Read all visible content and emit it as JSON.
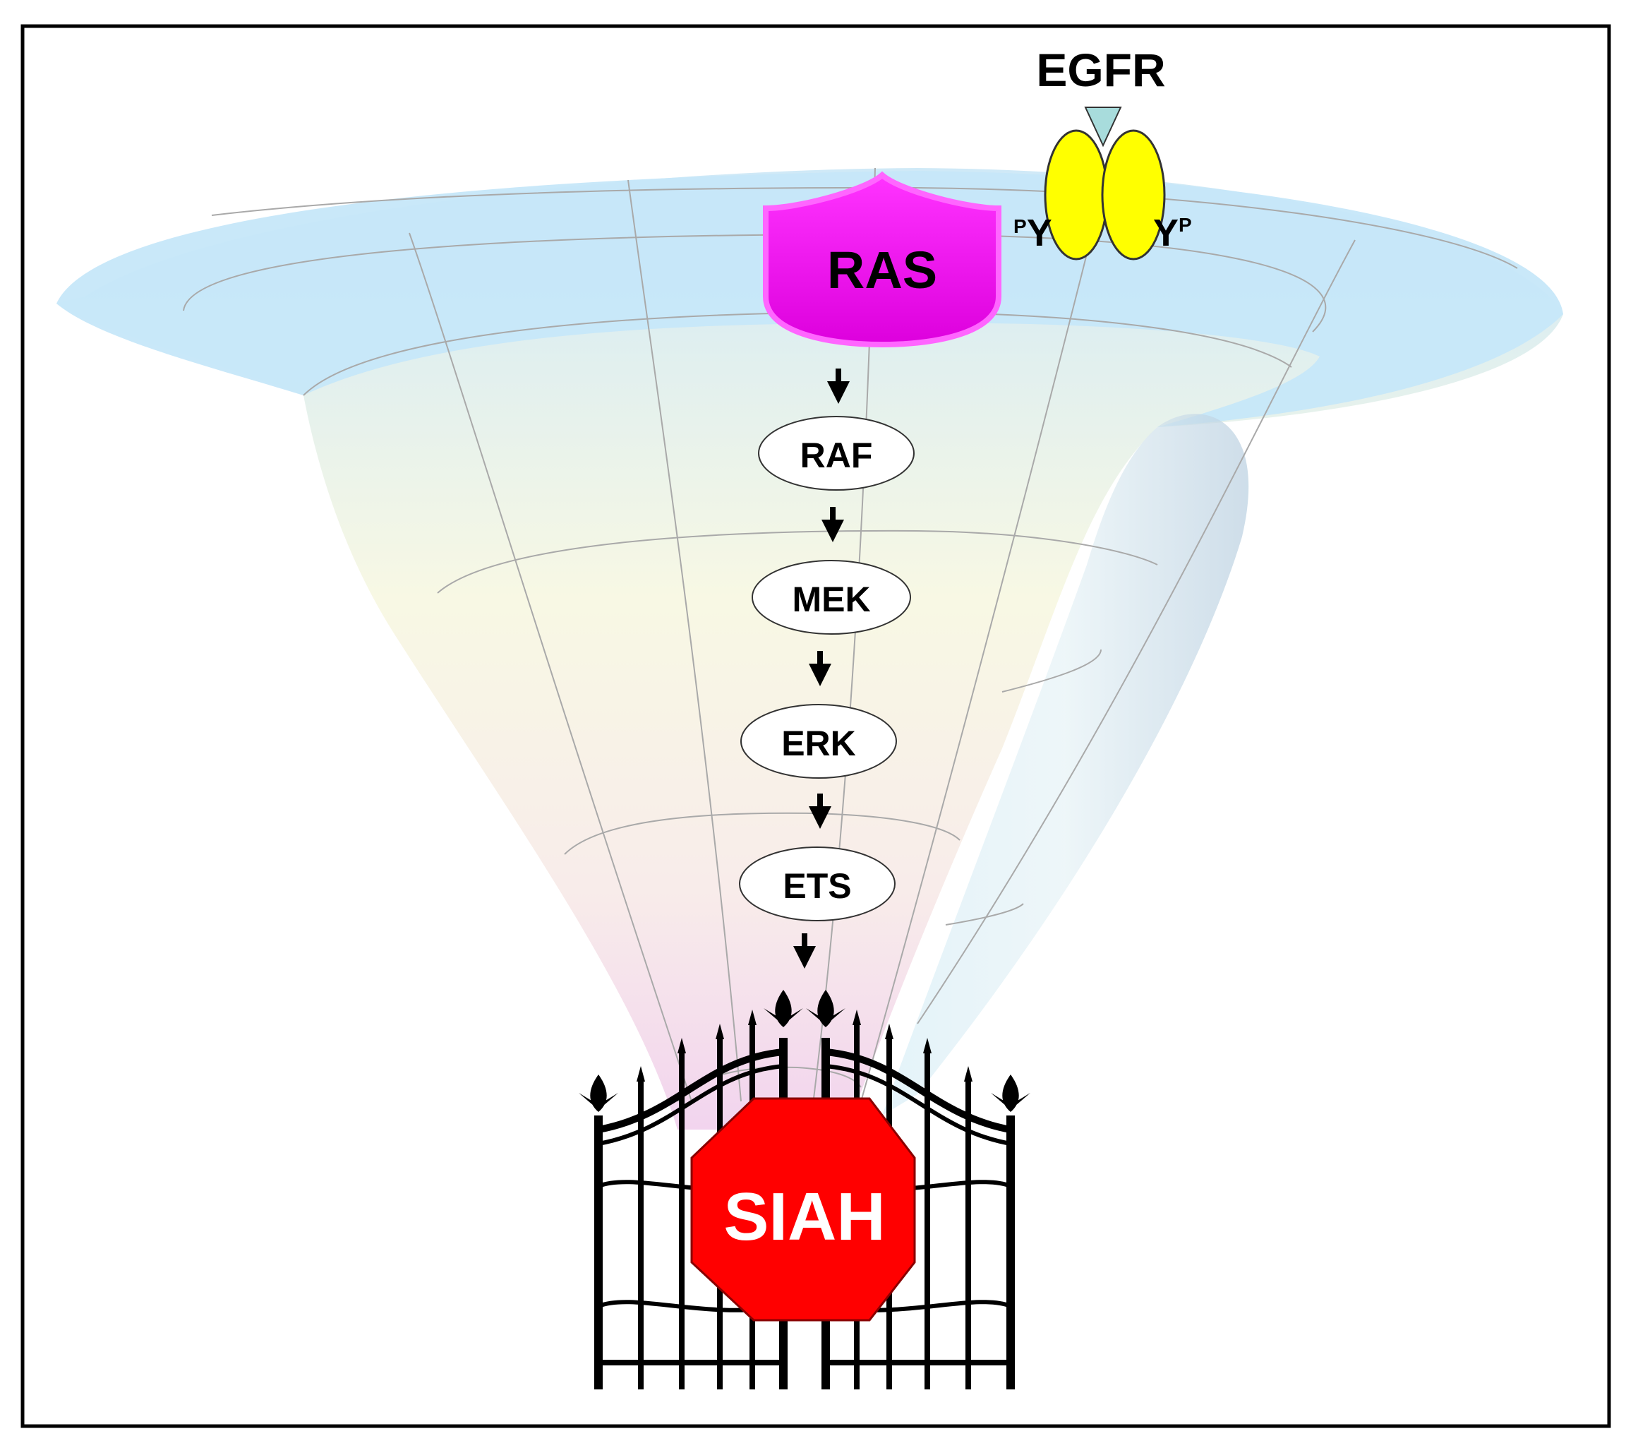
{
  "egfr": {
    "title": "EGFR",
    "left_site_sup": "P",
    "left_site": "Y",
    "right_site": "Y",
    "right_site_sup": "P",
    "subunit_color": "#ffff00",
    "ligand_color": "#a8dcdc"
  },
  "ras": {
    "label": "RAS",
    "color": "#ee00ee"
  },
  "cascade": [
    {
      "label": "RAF"
    },
    {
      "label": "MEK"
    },
    {
      "label": "ERK"
    },
    {
      "label": "ETS"
    }
  ],
  "siah": {
    "label": "SIAH",
    "color": "#ff0000",
    "text_color": "#ffffff"
  },
  "funnel": {
    "rim_color": "#c5e6f8",
    "tint_top": "#d4ecf8",
    "tint_mid": "#fbfbe2",
    "tint_bottom": "#f4d6ee"
  }
}
